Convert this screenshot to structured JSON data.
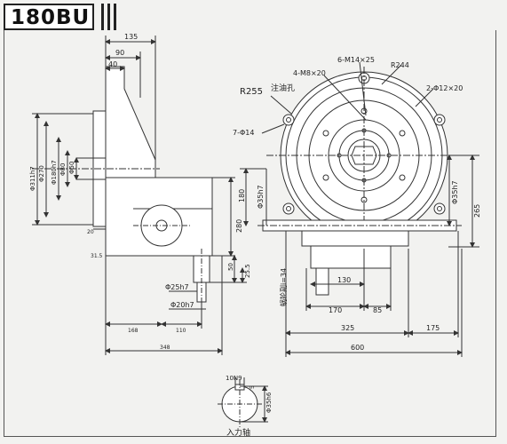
{
  "title": "180BU",
  "colors": {
    "line": "#333333",
    "paper": "#f2f2f0",
    "face": "#ffffff"
  },
  "side_view": {
    "dims_top": [
      "135",
      "90",
      "40"
    ],
    "dims_left": [
      "Φ311h7",
      "Φ270",
      "Φ180h7",
      "Φ80",
      "Φ50"
    ],
    "dim_180": "180",
    "dim_280": "280",
    "dim_20": "20",
    "dim_31_5": "31.5",
    "dim_50": "50",
    "dim_25_5": "25.5",
    "shaft_1": "Φ25h7",
    "shaft_2": "Φ20h7",
    "dim_168": "168",
    "dim_110": "110",
    "dim_348": "348"
  },
  "front_view": {
    "r255": "R255",
    "oil_fill": "注油孔",
    "holes_m8": "4-M8×20",
    "holes_m14": "6-M14×25",
    "r244": "R244",
    "holes_phi12": "2-Φ12×20",
    "holes_phi14": "7-Φ14",
    "shaft_35": "Φ35h7",
    "shaft_35_right": "Φ35h7",
    "dim_265": "265",
    "worm_wheel": "蜗轮副i=34",
    "dim_130": "130",
    "dim_170": "170",
    "dim_85": "85",
    "dim_325": "325",
    "dim_175": "175",
    "dim_600": "600"
  },
  "shaft_section": {
    "key_width": "10N9",
    "key_depth": "5",
    "diameter": "Φ35h6",
    "caption": "入力轴"
  }
}
